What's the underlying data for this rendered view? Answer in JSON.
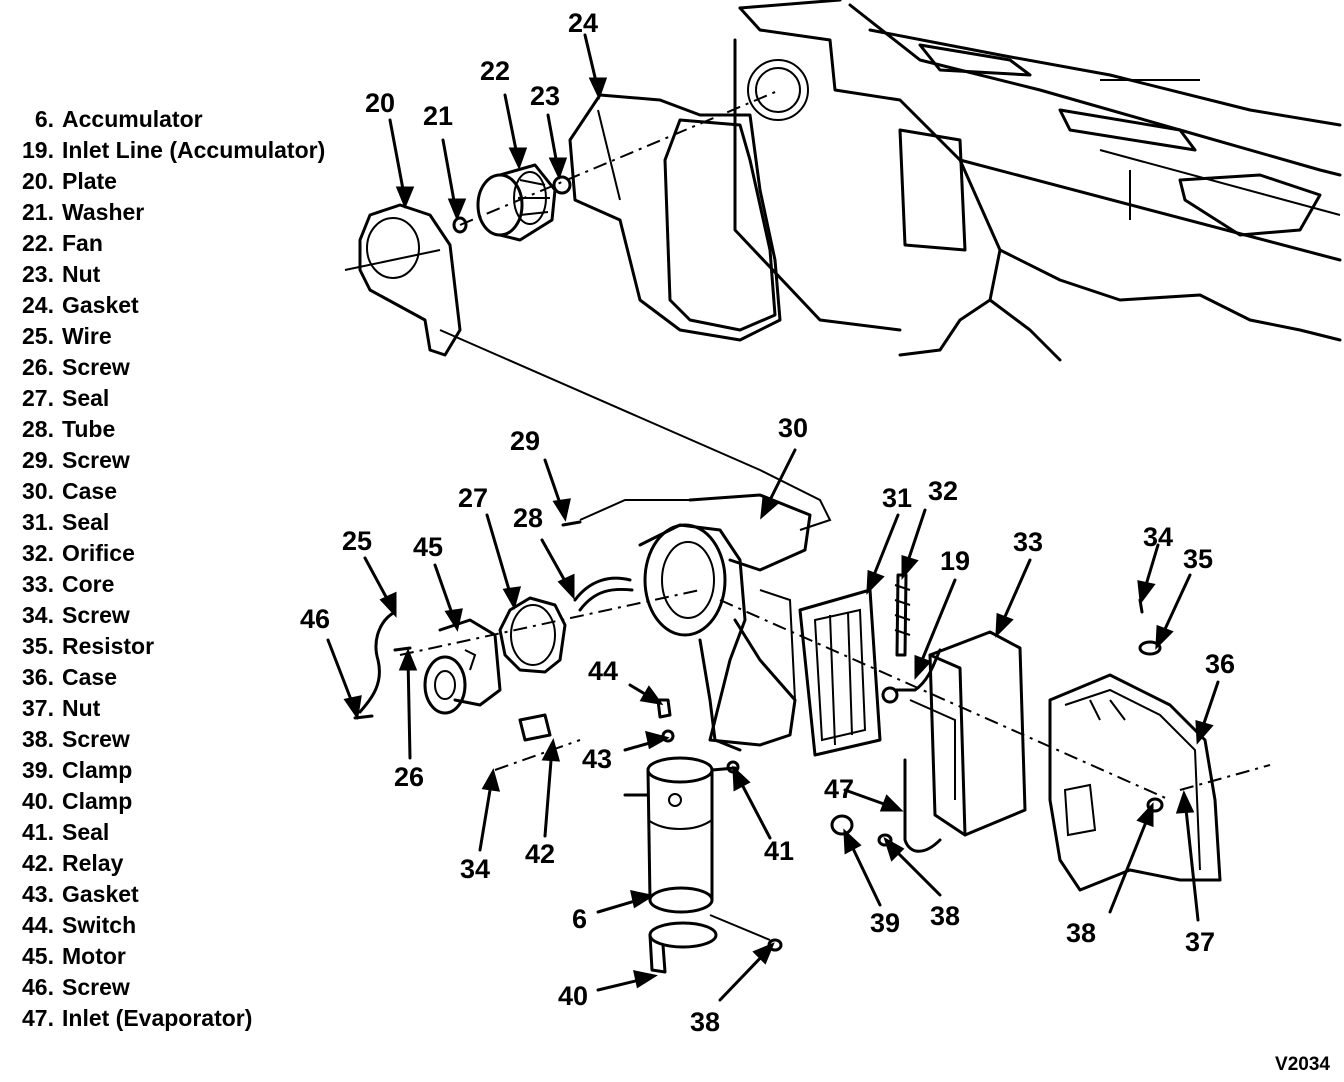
{
  "legend": [
    {
      "num": "6.",
      "label": "Accumulator"
    },
    {
      "num": "19.",
      "label": "Inlet Line (Accumulator)"
    },
    {
      "num": "20.",
      "label": "Plate"
    },
    {
      "num": "21.",
      "label": "Washer"
    },
    {
      "num": "22.",
      "label": "Fan"
    },
    {
      "num": "23.",
      "label": "Nut"
    },
    {
      "num": "24.",
      "label": "Gasket"
    },
    {
      "num": "25.",
      "label": "Wire"
    },
    {
      "num": "26.",
      "label": "Screw"
    },
    {
      "num": "27.",
      "label": "Seal"
    },
    {
      "num": "28.",
      "label": "Tube"
    },
    {
      "num": "29.",
      "label": "Screw"
    },
    {
      "num": "30.",
      "label": "Case"
    },
    {
      "num": "31.",
      "label": "Seal"
    },
    {
      "num": "32.",
      "label": "Orifice"
    },
    {
      "num": "33.",
      "label": "Core"
    },
    {
      "num": "34.",
      "label": "Screw"
    },
    {
      "num": "35.",
      "label": "Resistor"
    },
    {
      "num": "36.",
      "label": "Case"
    },
    {
      "num": "37.",
      "label": "Nut"
    },
    {
      "num": "38.",
      "label": "Screw"
    },
    {
      "num": "39.",
      "label": "Clamp"
    },
    {
      "num": "40.",
      "label": "Clamp"
    },
    {
      "num": "41.",
      "label": "Seal"
    },
    {
      "num": "42.",
      "label": "Relay"
    },
    {
      "num": "43.",
      "label": "Gasket"
    },
    {
      "num": "44.",
      "label": "Switch"
    },
    {
      "num": "45.",
      "label": "Motor"
    },
    {
      "num": "46.",
      "label": "Screw"
    },
    {
      "num": "47.",
      "label": "Inlet (Evaporator)"
    }
  ],
  "callouts": {
    "c20": "20",
    "c21": "21",
    "c22": "22",
    "c23": "23",
    "c24": "24",
    "c29": "29",
    "c30": "30",
    "c27": "27",
    "c28": "28",
    "c31": "31",
    "c32": "32",
    "c25": "25",
    "c45": "45",
    "c46": "46",
    "c19": "19",
    "c33": "33",
    "c34a": "34",
    "c35": "35",
    "c36": "36",
    "c44": "44",
    "c43": "43",
    "c26": "26",
    "c34b": "34",
    "c42": "42",
    "c41": "41",
    "c47": "47",
    "c6": "6",
    "c39": "39",
    "c38a": "38",
    "c38b": "38",
    "c37": "37",
    "c40": "40",
    "c38c": "38"
  },
  "figure_code": "V2034"
}
